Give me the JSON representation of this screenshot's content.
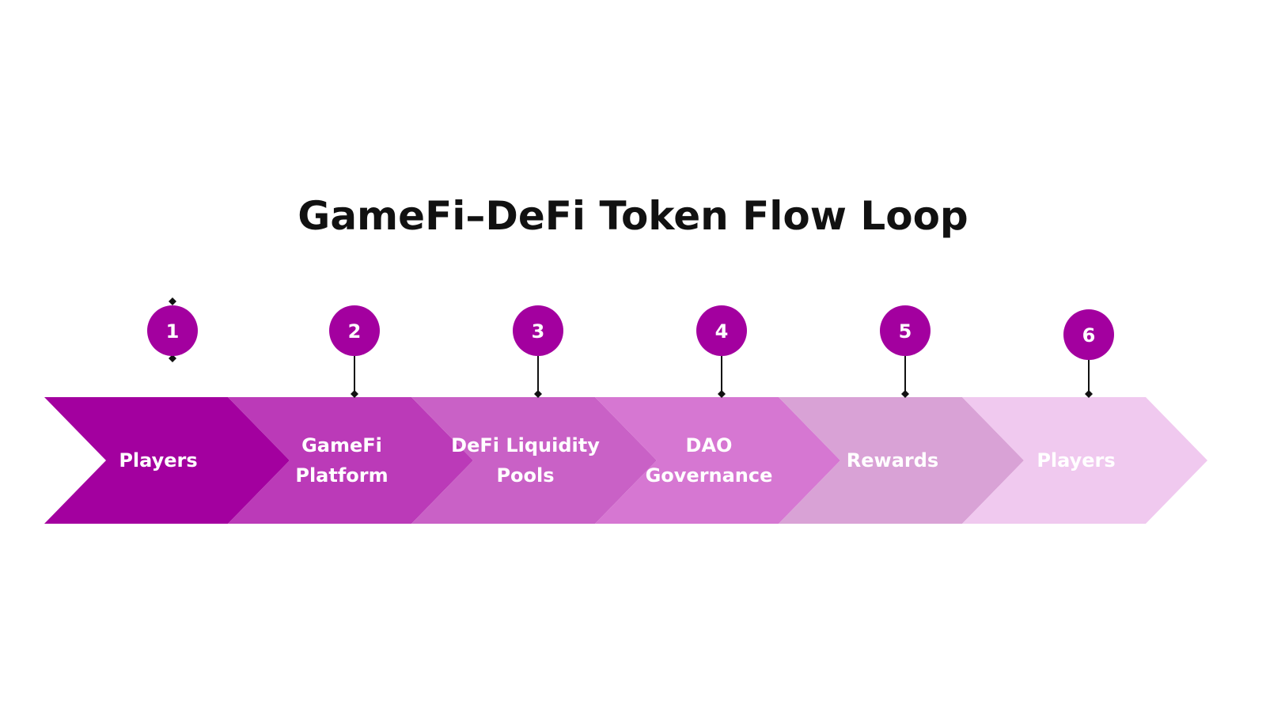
{
  "title": "GameFi–DeFi Token Flow Loop",
  "colors": {
    "marker": "#a3009f",
    "connector": "#111111",
    "label_text": "#ffffff",
    "title_text": "#111111"
  },
  "steps": [
    {
      "number": "1",
      "lines": [
        "Players"
      ],
      "color": "#a3009f"
    },
    {
      "number": "2",
      "lines": [
        "GameFi",
        "Platform"
      ],
      "color": "#bb3ab8"
    },
    {
      "number": "3",
      "lines": [
        "DeFi Liquidity",
        "Pools"
      ],
      "color": "#c961c6"
    },
    {
      "number": "4",
      "lines": [
        "DAO",
        "Governance"
      ],
      "color": "#d677d2"
    },
    {
      "number": "5",
      "lines": [
        "Rewards"
      ],
      "color": "#d9a2d6"
    },
    {
      "number": "6",
      "lines": [
        "Players"
      ],
      "color": "#f0c9ef"
    }
  ]
}
